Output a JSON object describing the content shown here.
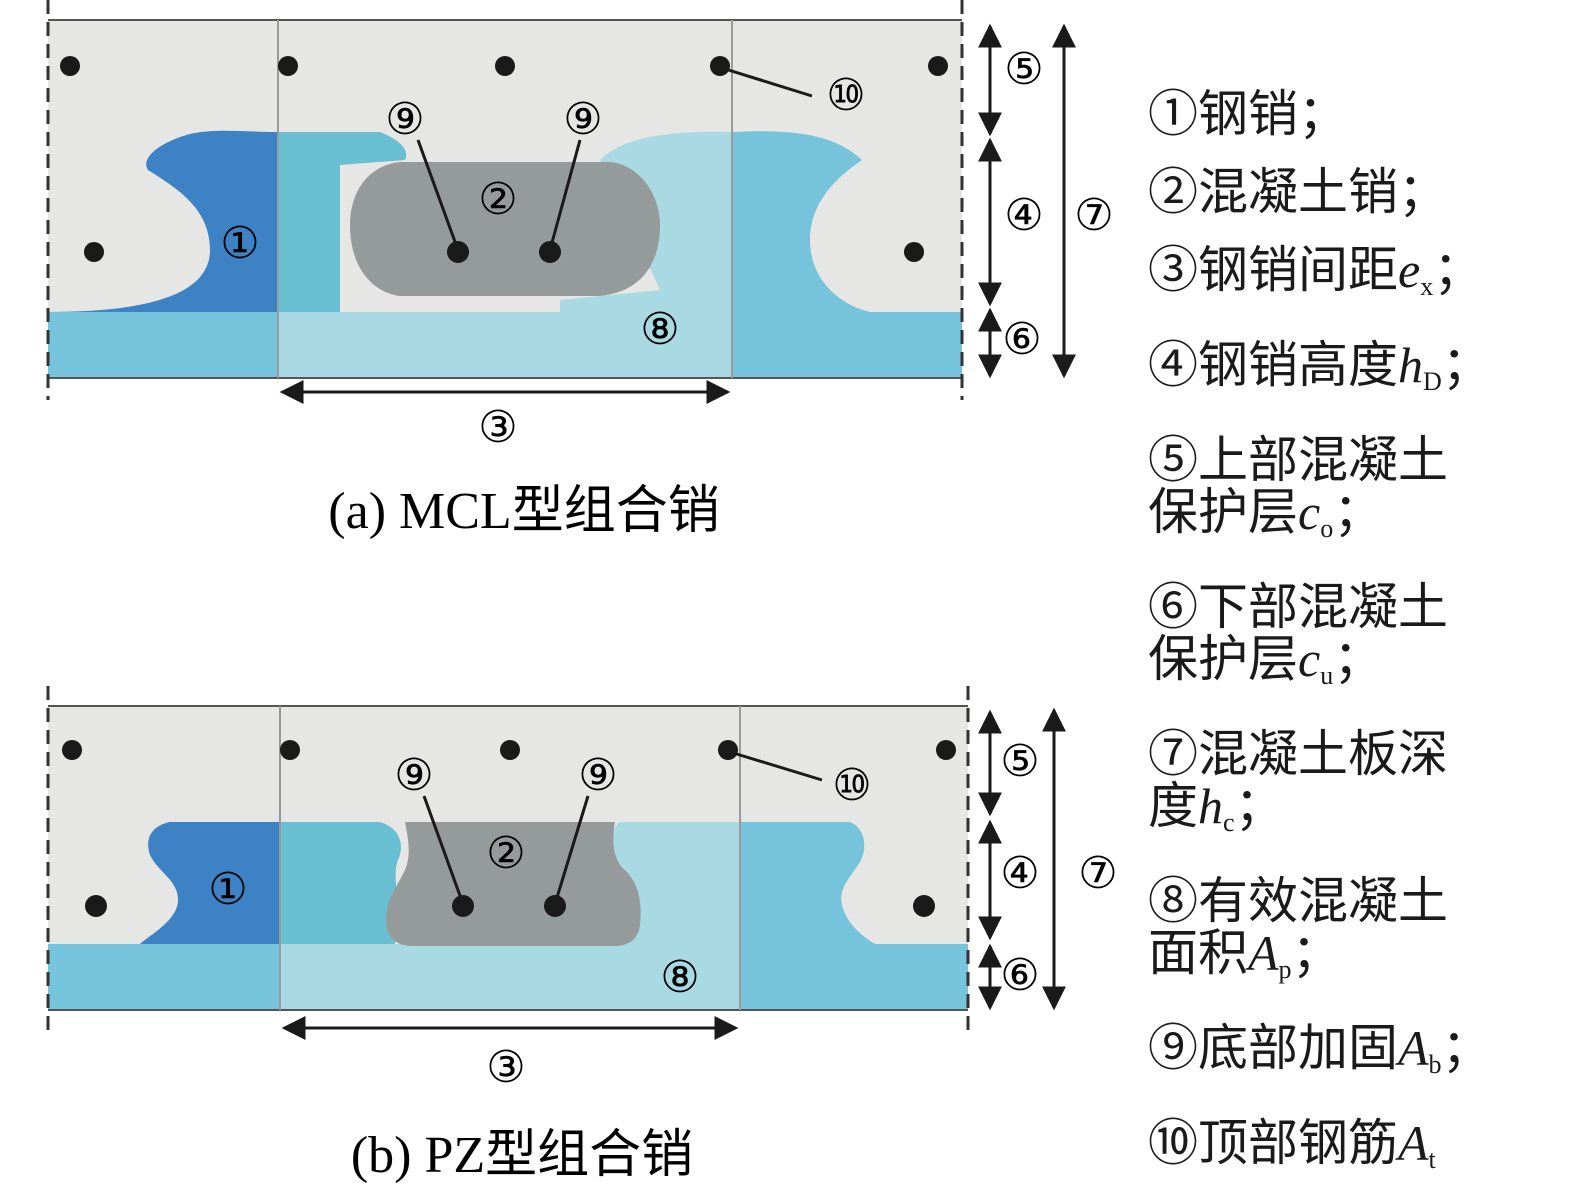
{
  "figure_a": {
    "caption": "(a) MCL型组合销",
    "markers": {
      "m1": "①",
      "m2": "②",
      "m3": "③",
      "m4": "④",
      "m5": "⑤",
      "m6": "⑥",
      "m7": "⑦",
      "m8": "⑧",
      "m9": "⑨",
      "m10": "⑩"
    }
  },
  "figure_b": {
    "caption": "(b) PZ型组合销",
    "markers": {
      "m1": "①",
      "m2": "②",
      "m3": "③",
      "m4": "④",
      "m5": "⑤",
      "m6": "⑥",
      "m7": "⑦",
      "m8": "⑧",
      "m9": "⑨",
      "m10": "⑩"
    }
  },
  "legend": [
    {
      "text": "①钢销；"
    },
    {
      "text": "②混凝土销；"
    },
    {
      "text": "③钢销间距",
      "sym": "e",
      "sub": "x",
      "tail": "；"
    },
    {
      "text": "④钢销高度",
      "sym": "h",
      "sub": "D",
      "tail": "；"
    },
    {
      "text": "⑤上部混凝土"
    },
    {
      "text": "保护层",
      "sym": "c",
      "sub": "o",
      "tail": "；"
    },
    {
      "text": "⑥下部混凝土"
    },
    {
      "text": "保护层",
      "sym": "c",
      "sub": "u",
      "tail": "；"
    },
    {
      "text": "⑦混凝土板深"
    },
    {
      "text": "度",
      "sym": "h",
      "sub": "c",
      "tail": "；"
    },
    {
      "text": "⑧有效混凝土"
    },
    {
      "text": "面积",
      "sym": "A",
      "sub": "p",
      "tail": "；"
    },
    {
      "text": "⑨底部加固",
      "sym": "A",
      "sub": "b",
      "tail": "；"
    },
    {
      "text": "⑩顶部钢筋",
      "sym": "A",
      "sub": "t",
      "tail": ""
    }
  ],
  "colors": {
    "concrete": "#e6e6e4",
    "steel_dark": "#3d82c4",
    "steel_mid": "#67bfd1",
    "steel_light": "#a9d9e2",
    "steel_right": "#76c4dc",
    "concrete_dowel": "#959b9b",
    "rebar": "#1a1a1a"
  }
}
